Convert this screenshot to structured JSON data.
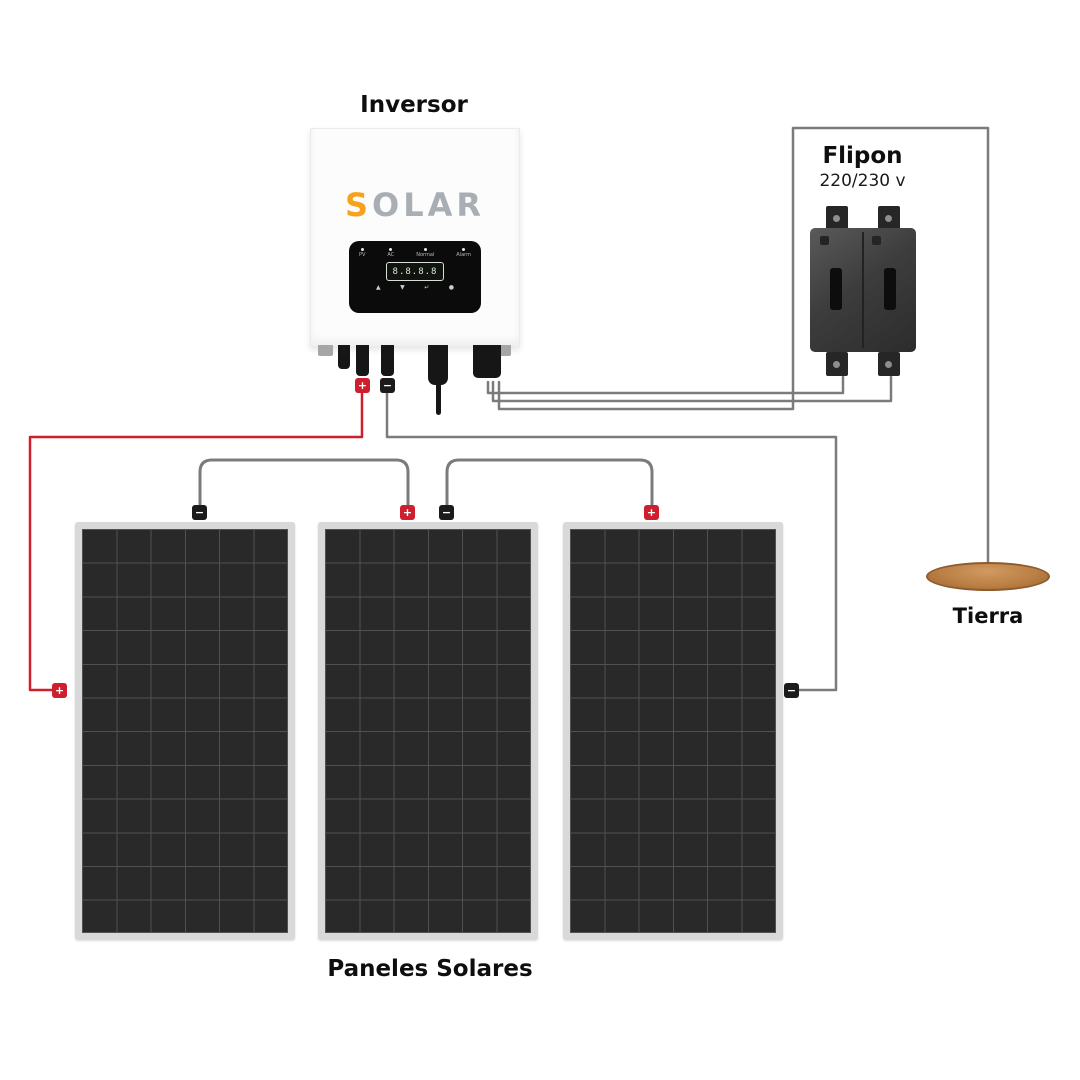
{
  "title_labels": {
    "inverter": "Inversor",
    "breaker_name": "Flipon",
    "breaker_rating": "220/230 v",
    "ground": "Tierra",
    "panels": "Paneles Solares"
  },
  "inverter": {
    "brand": {
      "first_letter": "S",
      "rest": "OLAR"
    },
    "display": {
      "leds": [
        "PV",
        "AC",
        "Normal",
        "Alarm"
      ],
      "lcd": "8.8.8.8",
      "buttons": [
        "▲",
        "▼",
        "↵",
        "●"
      ]
    }
  },
  "terminals": {
    "plus": "+",
    "minus": "−"
  },
  "colors": {
    "wire_gray": "#7b7b7b",
    "wire_red": "#cf1f2e",
    "brand_orange": "#f6a21d",
    "panel_frame": "#d9d9d9",
    "panel_cell": "#292929",
    "breaker_body": "#3d3d3d",
    "ground_fill": "#bb8045",
    "ground_edge": "#8f5b2d"
  }
}
